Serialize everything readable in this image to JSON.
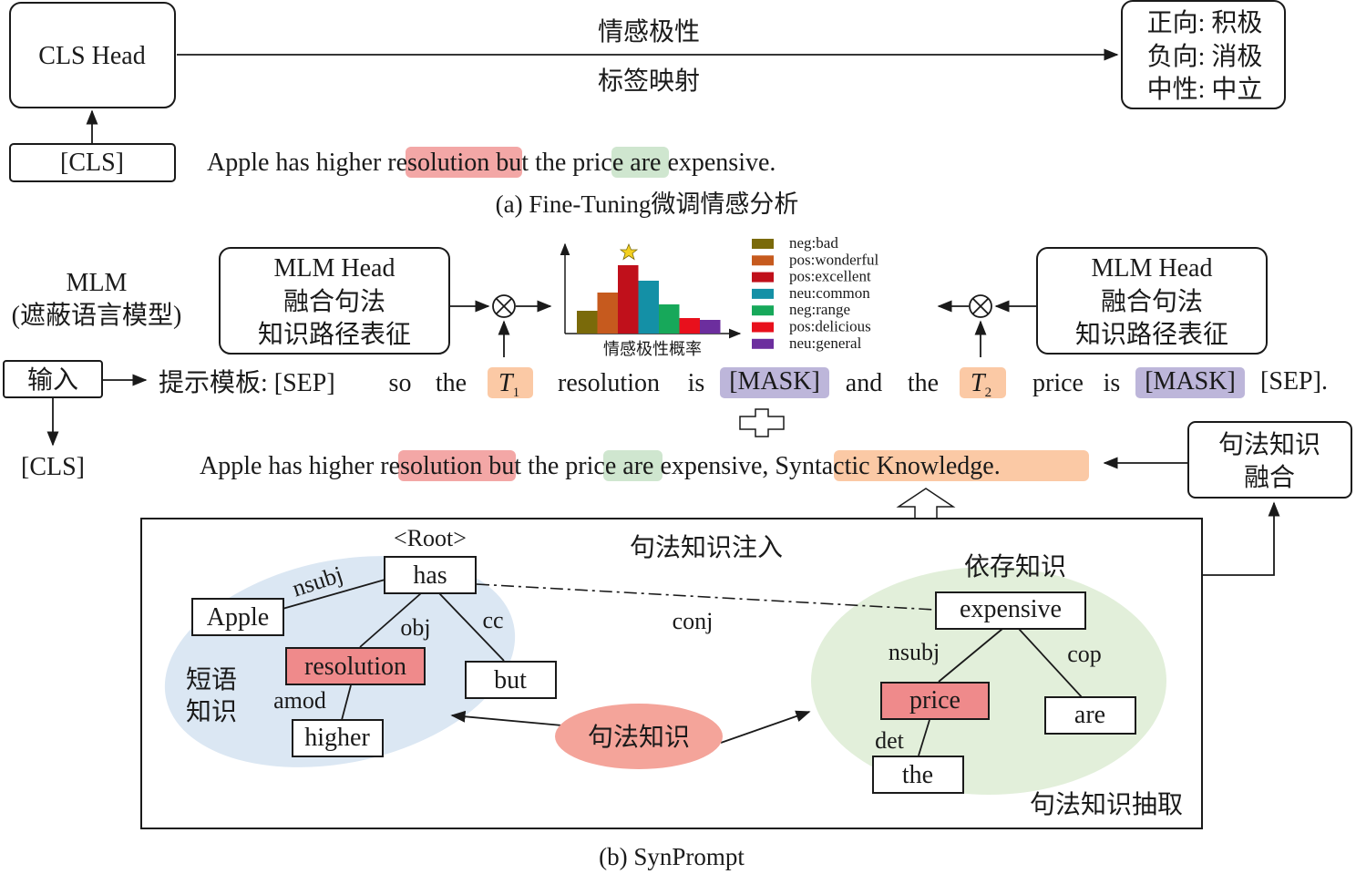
{
  "part_a": {
    "cls_head": "CLS Head",
    "cls_token": "[CLS]",
    "arrow_label_top": "情感极性",
    "arrow_label_bottom": "标签映射",
    "labels": [
      "正向: 积极",
      "负向: 消极",
      "中性: 中立"
    ],
    "sentence": {
      "pre": "Apple has higher",
      "aspect1": "resolution",
      "mid": "but the",
      "aspect2": "price",
      "post": "are expensive."
    },
    "caption": "(a) Fine-Tuning微调情感分析"
  },
  "part_b": {
    "mlm_title_1": "MLM",
    "mlm_title_2": "(遮蔽语言模型)",
    "mlm_head_lines": [
      "MLM Head",
      "融合句法",
      "知识路径表征"
    ],
    "input_label": "输入",
    "cls_token": "[CLS]",
    "template": {
      "prefix": "提示模板: [SEP]",
      "w_so": "so",
      "w_the1": "the",
      "t1_base": "T",
      "t1_sub": "1",
      "w_resolution": "resolution",
      "w_is1": "is",
      "mask1": "[MASK]",
      "w_and": "and",
      "w_the2": "the",
      "t2_base": "T",
      "t2_sub": "2",
      "w_price": "price",
      "w_is2": "is",
      "mask2": "[MASK]",
      "suffix": "[SEP]."
    },
    "sentence": {
      "pre": "Apple has higher",
      "aspect1": "resolution",
      "mid": "but the",
      "aspect2": "price",
      "post": "are expensive,",
      "knowledge": "Syntactic Knowledge",
      "end": "."
    },
    "fusion_box": [
      "句法知识",
      "融合"
    ],
    "injection_label": "句法知识注入",
    "extraction_label": "句法知识抽取",
    "syntax_knowledge": "句法知识",
    "phrase_knowledge": [
      "短语",
      "知识"
    ],
    "dependency_knowledge": "依存知识",
    "tree1": {
      "root_label": "<Root>",
      "has": "has",
      "apple": "Apple",
      "resolution": "resolution",
      "but": "but",
      "higher": "higher",
      "edge_nsubj": "nsubj",
      "edge_obj": "obj",
      "edge_cc": "cc",
      "edge_amod": "amod"
    },
    "tree2": {
      "expensive": "expensive",
      "price": "price",
      "are": "are",
      "the": "the",
      "edge_nsubj": "nsubj",
      "edge_cop": "cop",
      "edge_det": "det"
    },
    "conj": "conj",
    "caption": "(b) SynPrompt"
  },
  "chart_data": {
    "type": "bar",
    "xlabel": "情感极性概率",
    "categories": [
      "neg:bad",
      "pos:wonderful",
      "pos:excellent",
      "neu:common",
      "neg:range",
      "pos:delicious",
      "neu:general"
    ],
    "values": [
      0.25,
      0.45,
      0.75,
      0.58,
      0.32,
      0.17,
      0.15
    ],
    "colors": [
      "#7a6a0a",
      "#c65a1e",
      "#c0101b",
      "#1490a6",
      "#17a85a",
      "#e8101c",
      "#6c2e9e"
    ],
    "highlight": "pos:excellent",
    "legend_position": "right"
  },
  "colors": {
    "red_highlight": "#f3a7a6",
    "green_highlight": "#cfe6cf",
    "orange_highlight": "#fbc9a5",
    "purple_highlight": "#bdb6da",
    "red_node": "#ef8a8b",
    "blue_ellipse": "#dbe7f3",
    "green_ellipse": "#e2efda",
    "pink_ellipse": "#f4a49a"
  }
}
